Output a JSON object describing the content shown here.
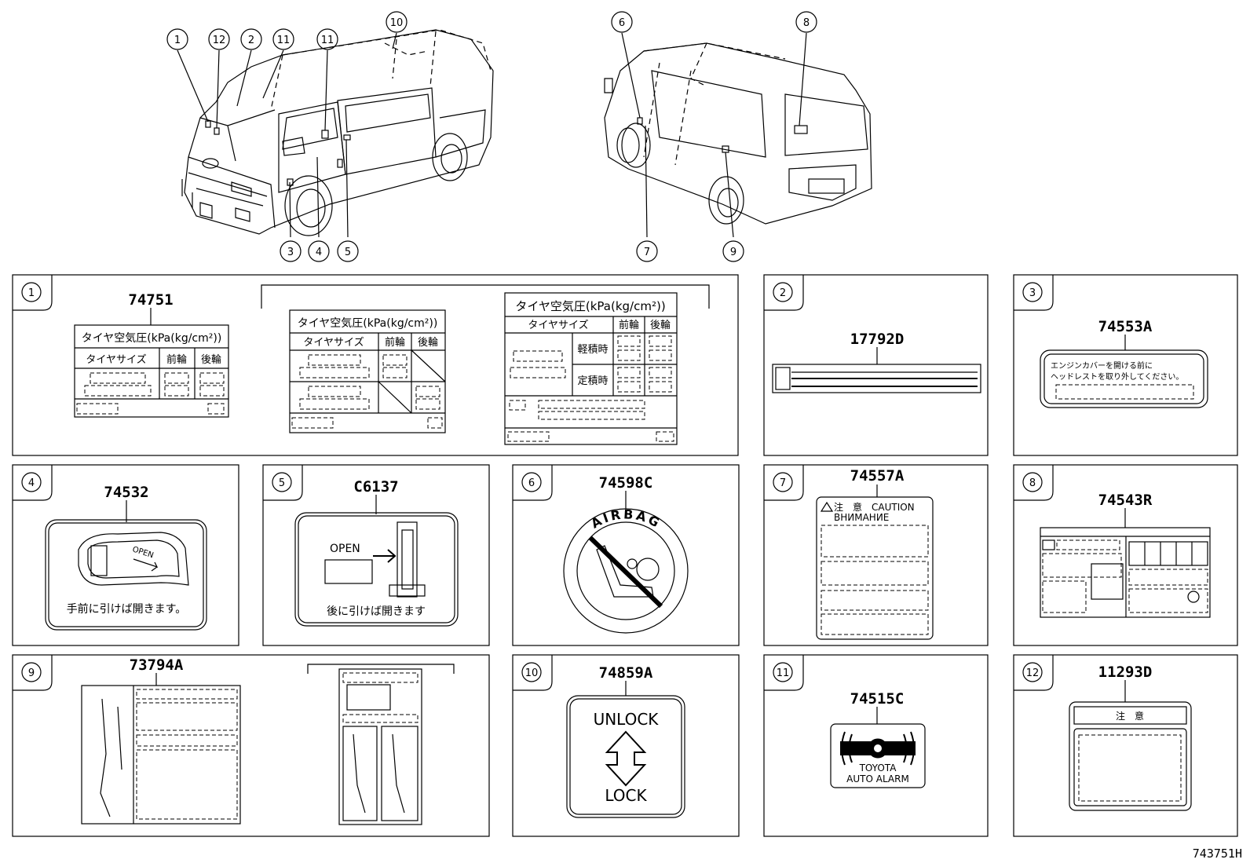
{
  "diagram_id": "743751H",
  "overview_callouts": [
    "1",
    "12",
    "2",
    "11",
    "11",
    "10",
    "3",
    "4",
    "5",
    "6",
    "8",
    "7",
    "9"
  ],
  "panels": [
    {
      "num": "1",
      "part": "74751"
    },
    {
      "num": "2",
      "part": "17792D"
    },
    {
      "num": "3",
      "part": "74553A"
    },
    {
      "num": "4",
      "part": "74532"
    },
    {
      "num": "5",
      "part": "C6137"
    },
    {
      "num": "6",
      "part": "74598C"
    },
    {
      "num": "7",
      "part": "74557A"
    },
    {
      "num": "8",
      "part": "74543R"
    },
    {
      "num": "9",
      "part": "73794A"
    },
    {
      "num": "10",
      "part": "74859A"
    },
    {
      "num": "11",
      "part": "74515C"
    },
    {
      "num": "12",
      "part": "11293D"
    }
  ],
  "tire_label": {
    "title": "タイヤ空気圧(kPa(kg/cm²))",
    "col_size": "タイヤサイズ",
    "col_front": "前輪",
    "col_rear": "後輪",
    "row_light": "軽積時",
    "row_full": "定積時"
  },
  "label_3_text": [
    "エンジンカバーを開ける前に",
    "ヘッドレストを取り外してください。"
  ],
  "label_4": {
    "open": "OPEN",
    "caption": "手前に引けば開きます。"
  },
  "label_5": {
    "open": "OPEN",
    "caption": "後に引けば開きます"
  },
  "label_6": {
    "text": "AIRBAG"
  },
  "label_7": {
    "line1": "注　意　CAUTION",
    "line2": "ВНИМАНИЕ"
  },
  "label_10": {
    "top": "UNLOCK",
    "bottom": "LOCK"
  },
  "label_11": {
    "line1": "TOYOTA",
    "line2": "AUTO ALARM"
  },
  "label_12": {
    "title": "注　意"
  }
}
